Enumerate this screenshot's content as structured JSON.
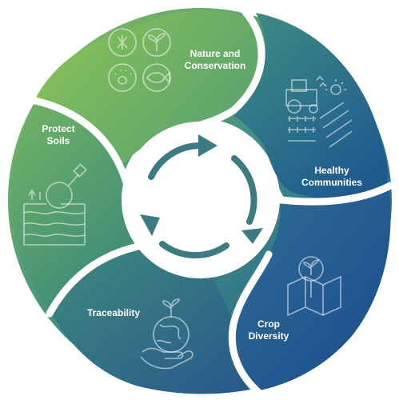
{
  "segments": [
    {
      "id": "nature",
      "lines": [
        "Nature and",
        "Conservation"
      ],
      "icon": "wildlife-icons"
    },
    {
      "id": "healthy",
      "lines": [
        "Healthy",
        "Communities"
      ],
      "icon": "tractor-field-icon"
    },
    {
      "id": "crop",
      "lines": [
        "Crop",
        "Diversity"
      ],
      "icon": "map-pin-sprout-icon"
    },
    {
      "id": "traceability",
      "lines": [
        "Traceability"
      ],
      "icon": "globe-hand-icon"
    },
    {
      "id": "soils",
      "lines": [
        "Protect",
        "Soils"
      ],
      "icon": "soil-magnifier-icon"
    }
  ],
  "colors": {
    "green": "#8cc556",
    "teal": "#3f8e84",
    "blue": "#1e5391",
    "arrows": "#3d7b82",
    "icon_stroke": "#ffffff"
  }
}
